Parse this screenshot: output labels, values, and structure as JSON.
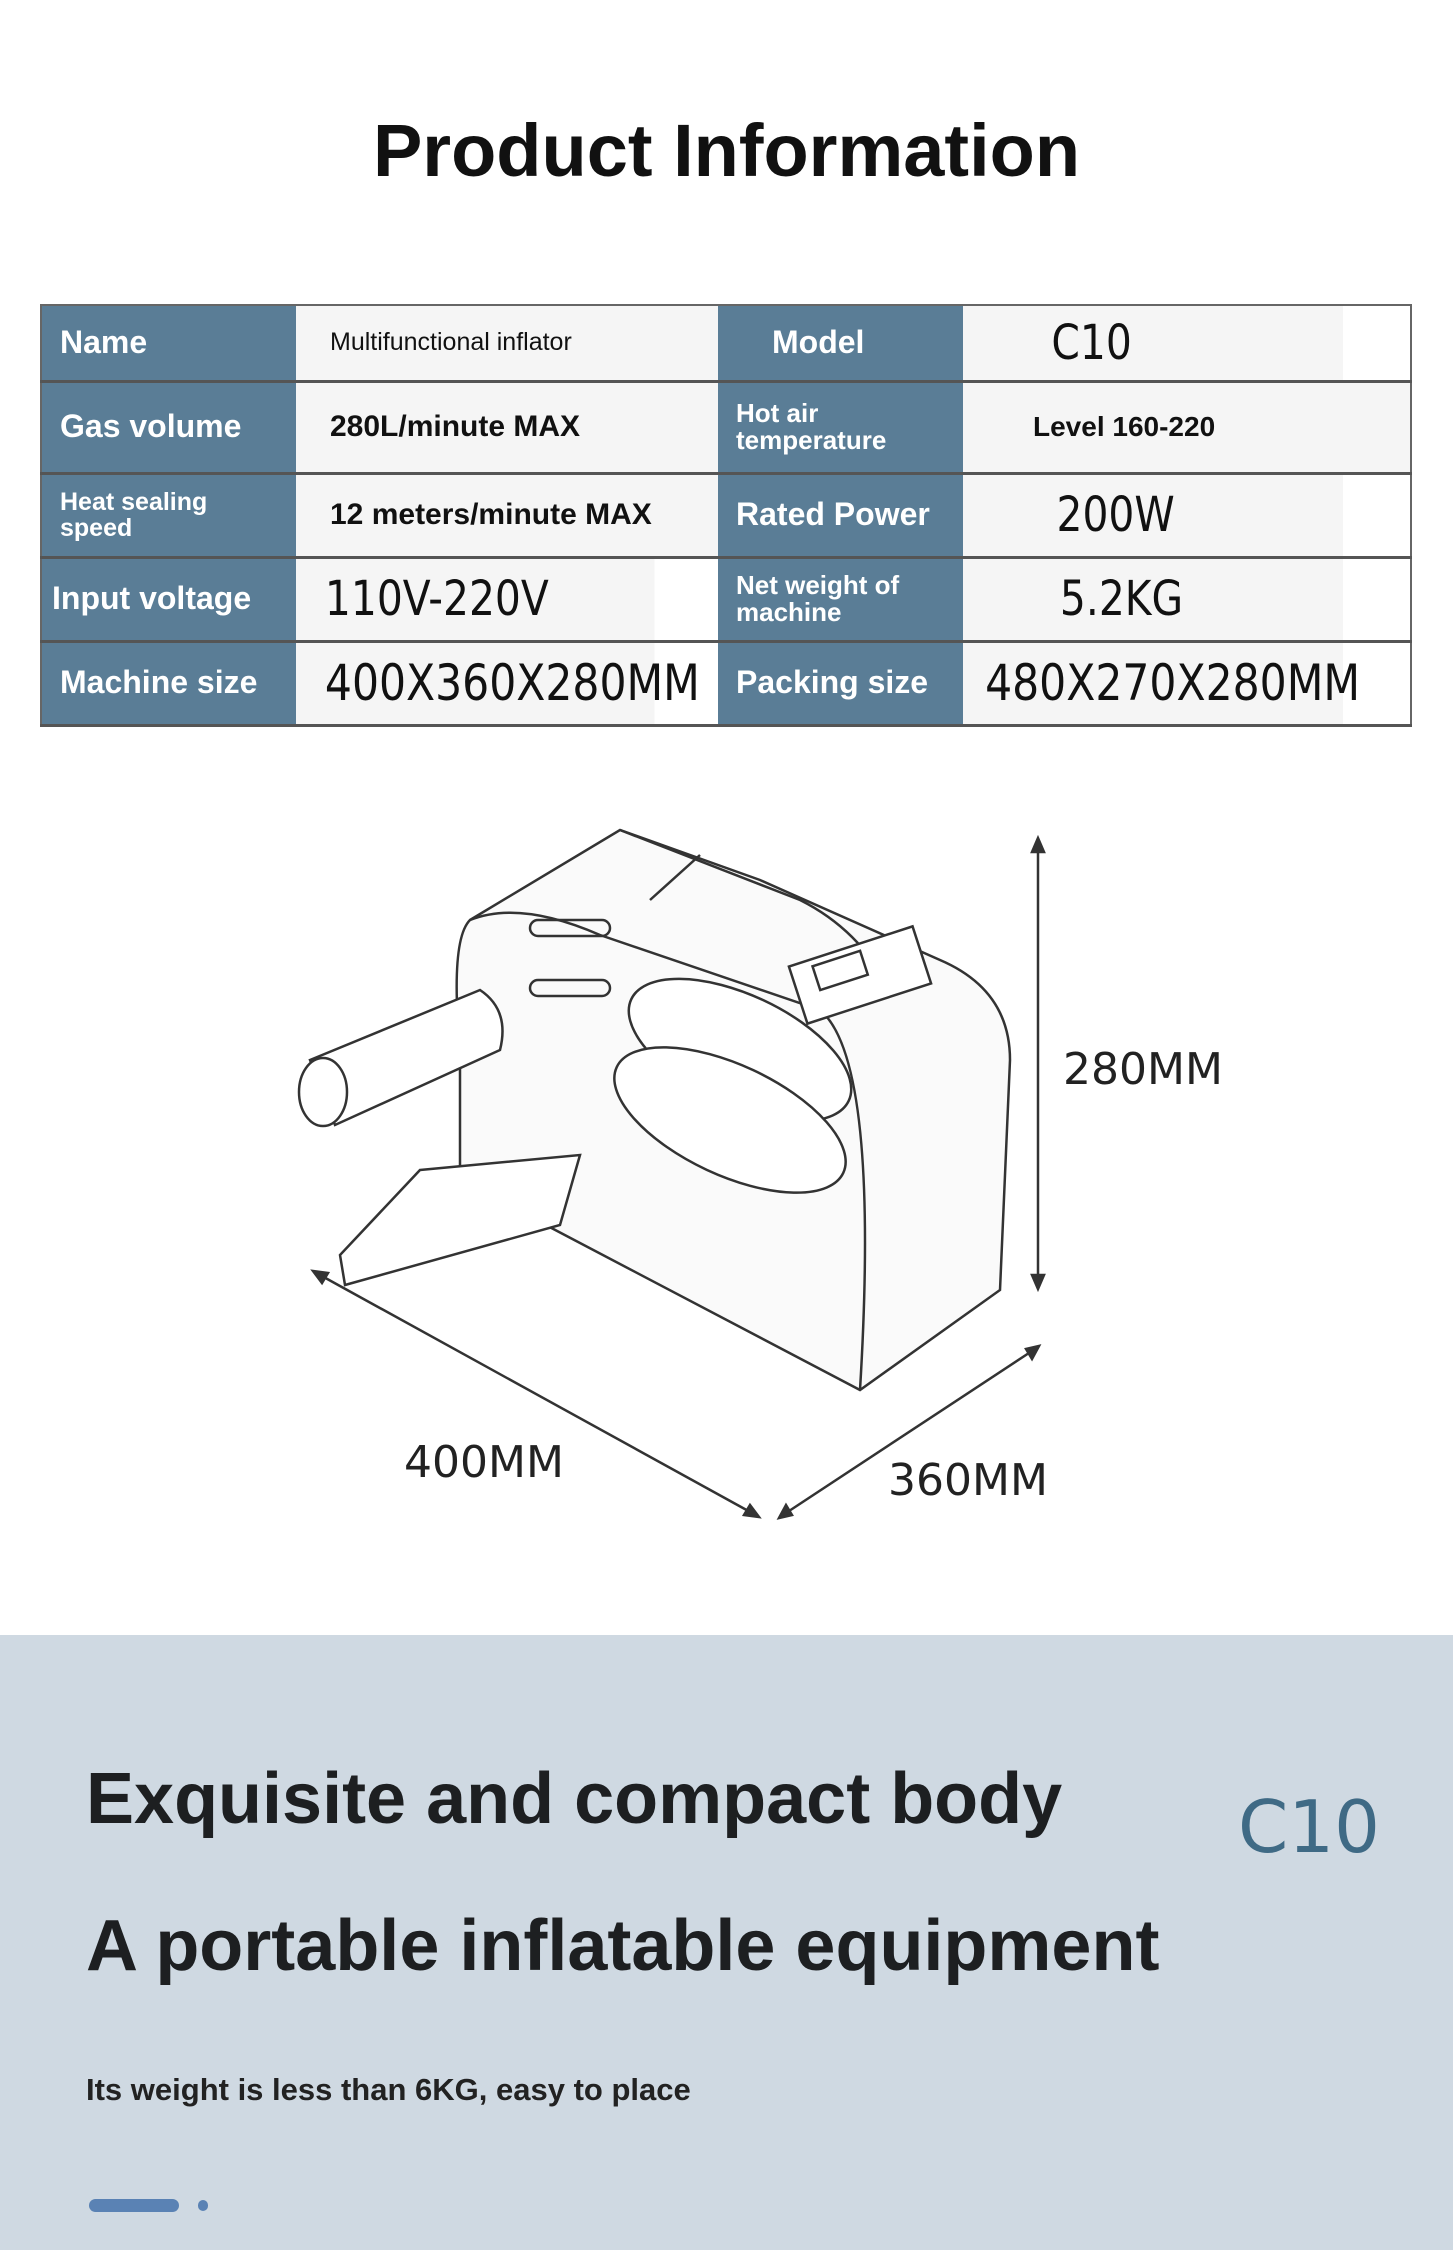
{
  "title": "Product Information",
  "specs": [
    {
      "label1": "Name",
      "value1": "Multifunctional inflator",
      "label2": "Model",
      "value2": "C10"
    },
    {
      "label1": "Gas volume",
      "value1": "280L/minute MAX",
      "label2": "Hot air temperature",
      "value2": "Level 160-220"
    },
    {
      "label1": "Heat sealing speed",
      "value1": "12 meters/minute MAX",
      "label2": "Rated Power",
      "value2": "200W"
    },
    {
      "label1": "Input voltage",
      "value1": "110V-220V",
      "label2": "Net weight of machine",
      "value2": "5.2KG"
    },
    {
      "label1": "Machine size",
      "value1": "400X360X280MM",
      "label2": "Packing size",
      "value2": "480X270X280MM"
    }
  ],
  "dimensions": {
    "height": "280MM",
    "length": "400MM",
    "width": "360MM"
  },
  "feature": {
    "line1": "Exquisite and compact body",
    "line2": "A portable inflatable equipment",
    "model": "C10",
    "description": "Its weight is less than 6KG, easy to place"
  },
  "carousel": {
    "active_index": 0,
    "count": 2
  },
  "colors": {
    "header_cell": "#5a7d96",
    "band": "#cfd9e2",
    "model_text": "#3f6a85",
    "indicator": "#5a82b4"
  }
}
